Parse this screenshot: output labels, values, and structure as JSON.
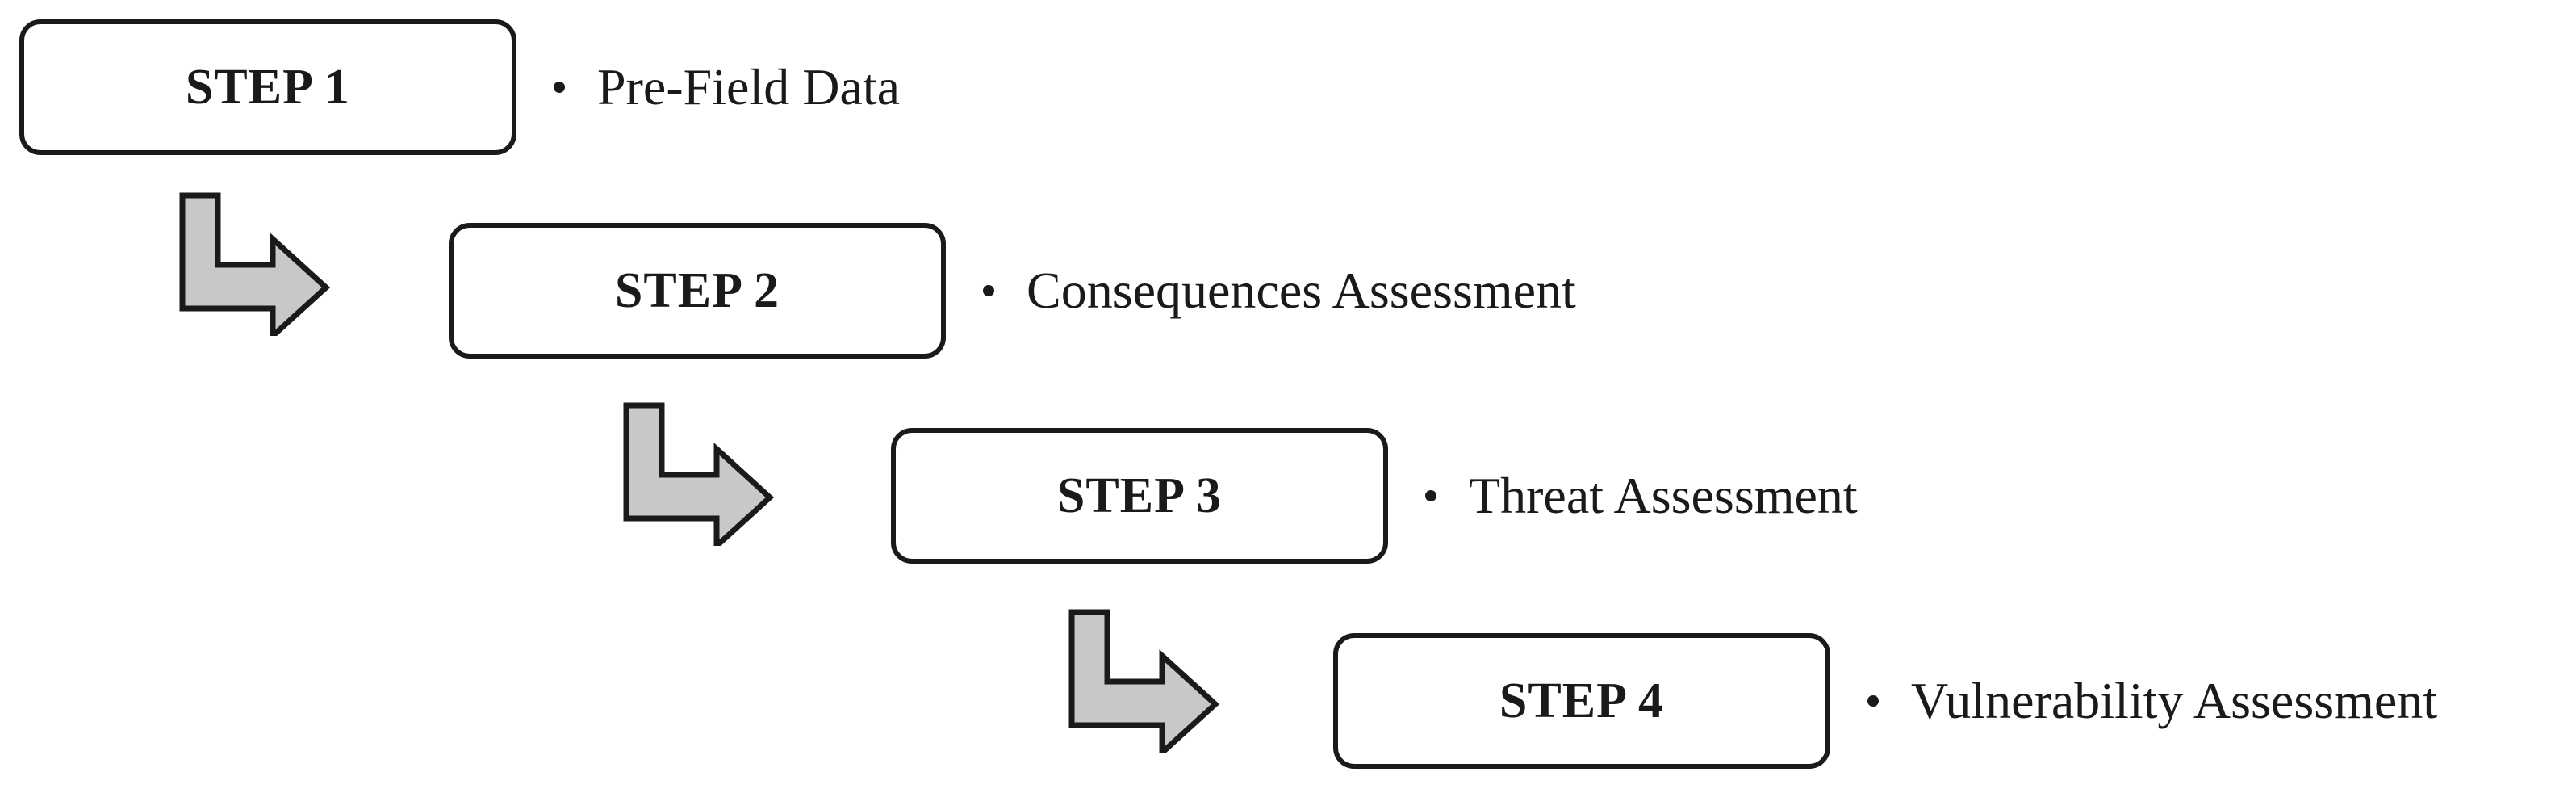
{
  "steps": [
    {
      "label": "STEP 1",
      "description": "Pre-Field Data"
    },
    {
      "label": "STEP 2",
      "description": "Consequences Assessment"
    },
    {
      "label": "STEP 3",
      "description": "Threat Assessment"
    },
    {
      "label": "STEP 4",
      "description": "Vulnerability Assessment"
    }
  ],
  "colors": {
    "box_border": "#1a1a1a",
    "arrow_fill": "#c8c8c8",
    "arrow_stroke": "#1a1a1a",
    "text": "#1a1a1a"
  },
  "icons": {
    "connector": "bent-arrow-icon",
    "bullet": "bullet-icon"
  }
}
